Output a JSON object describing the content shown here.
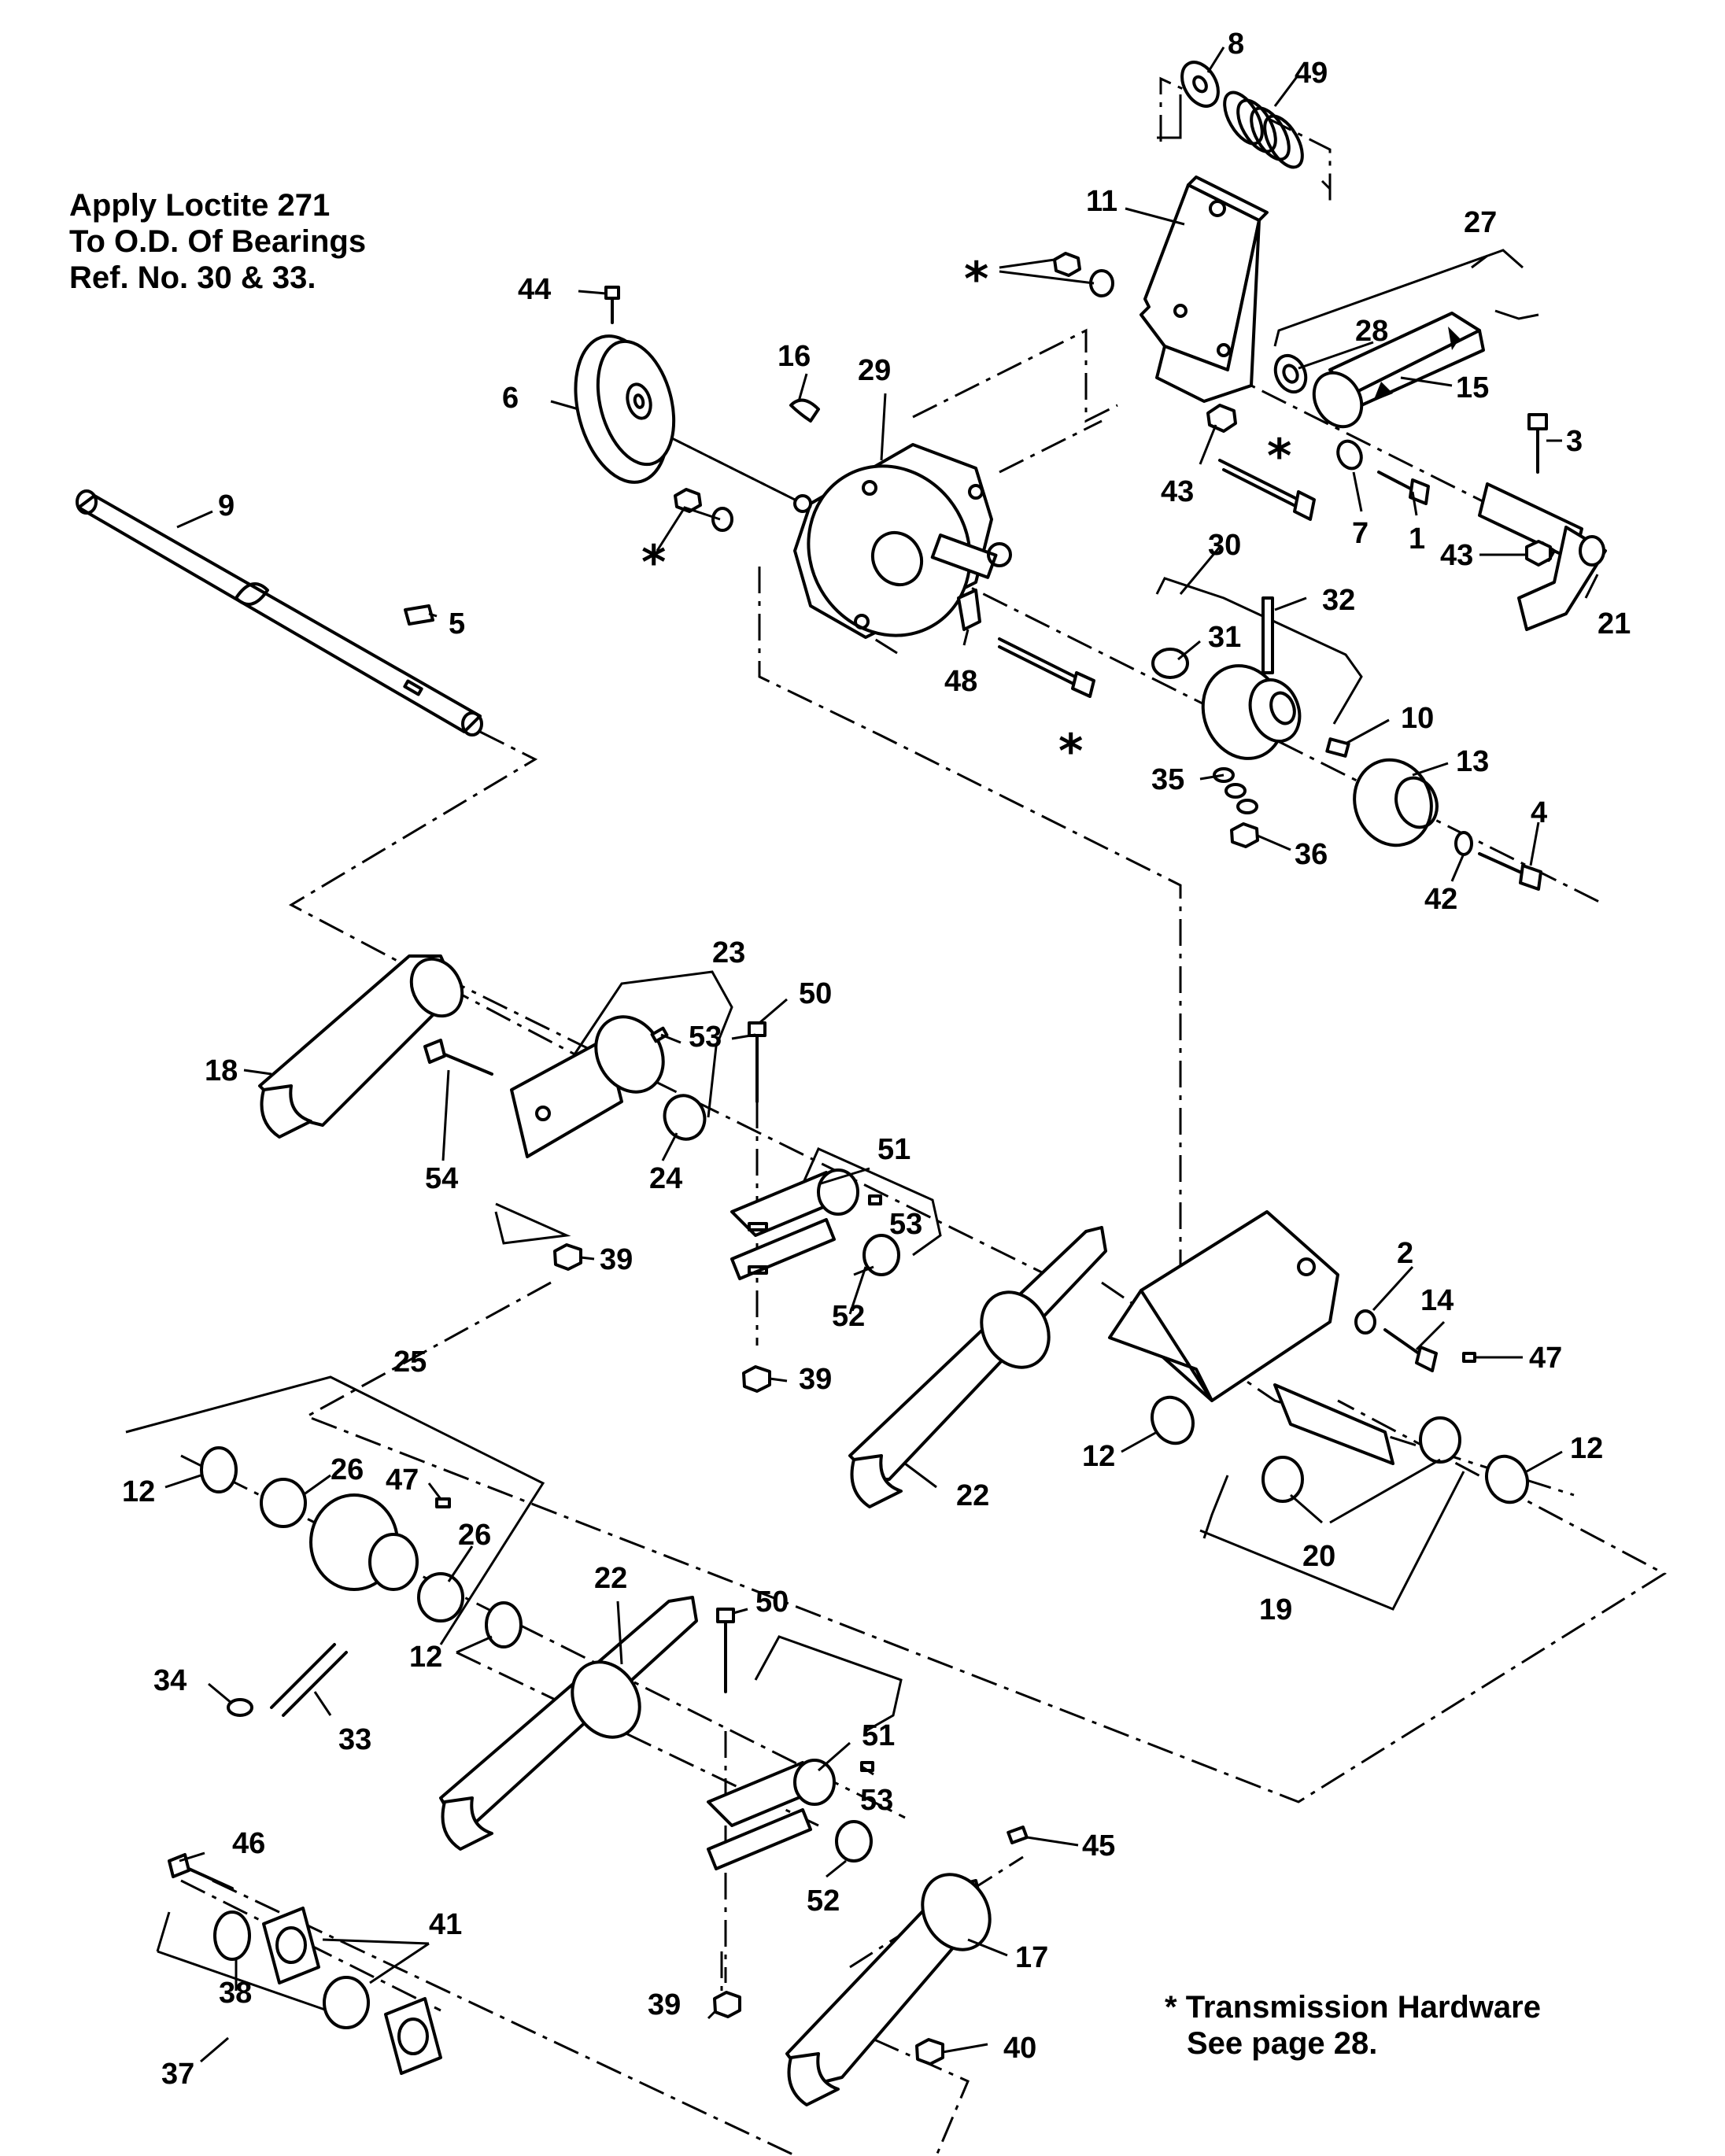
{
  "notes": {
    "loctite": [
      "Apply Loctite 271",
      "To O.D. Of Bearings",
      "Ref. No. 30 & 33."
    ],
    "hardware_symbol": "*",
    "hardware": [
      "Transmission Hardware",
      "See page 28."
    ]
  },
  "callouts": {
    "p1": "1",
    "p2": "2",
    "p3": "3",
    "p4": "4",
    "p5": "5",
    "p6": "6",
    "p7": "7",
    "p8": "8",
    "p9": "9",
    "p10": "10",
    "p11": "11",
    "p12a": "12",
    "p12b": "12",
    "p12c": "12",
    "p12d": "12",
    "p13": "13",
    "p14": "14",
    "p15": "15",
    "p16": "16",
    "p17": "17",
    "p18": "18",
    "p19": "19",
    "p20": "20",
    "p21": "21",
    "p22a": "22",
    "p22b": "22",
    "p23": "23",
    "p24": "24",
    "p25": "25",
    "p26a": "26",
    "p26b": "26",
    "p27": "27",
    "p28": "28",
    "p29": "29",
    "p30": "30",
    "p31": "31",
    "p32": "32",
    "p33": "33",
    "p34": "34",
    "p35": "35",
    "p36": "36",
    "p37": "37",
    "p38": "38",
    "p39a": "39",
    "p39b": "39",
    "p39c": "39",
    "p40": "40",
    "p41": "41",
    "p42": "42",
    "p43a": "43",
    "p43b": "43",
    "p44": "44",
    "p45": "45",
    "p46": "46",
    "p47a": "47",
    "p47b": "47",
    "p48": "48",
    "p49": "49",
    "p50a": "50",
    "p50b": "50",
    "p51a": "51",
    "p51b": "51",
    "p52a": "52",
    "p52b": "52",
    "p53a": "53",
    "p53b": "53",
    "p53c": "53",
    "p54": "54",
    "star1": "*",
    "star2": "*",
    "star3": "*",
    "star4": "*"
  }
}
